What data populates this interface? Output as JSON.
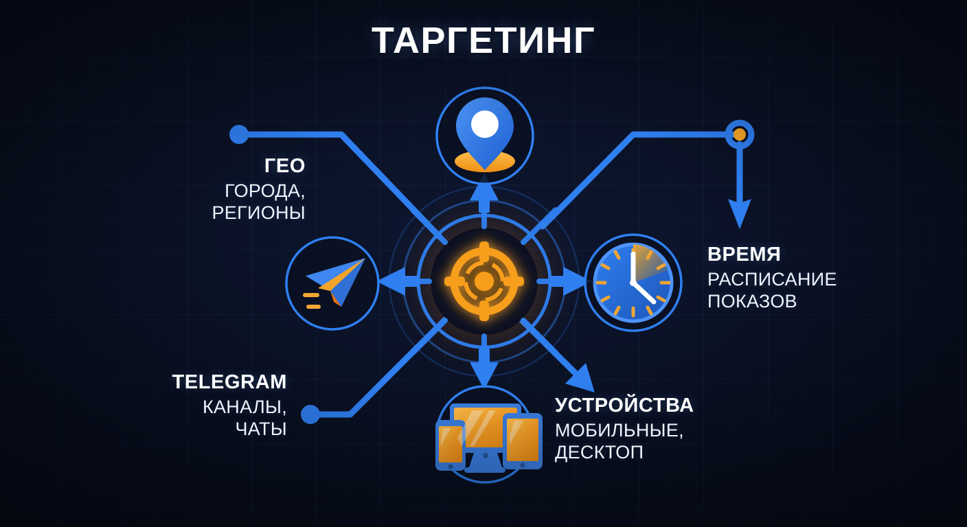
{
  "header": {
    "title": "ТАРГЕТИНГ"
  },
  "theme": {
    "background": "#0a1124",
    "accent_blue": "#2f7ff0",
    "accent_blue_light": "#4d94ff",
    "accent_orange": "#f5a623",
    "text_white": "#ffffff"
  },
  "center": {
    "icon": "crosshair-target-icon",
    "glow_color": "#f5a623"
  },
  "nodes": [
    {
      "id": "geo",
      "heading": "ГЕО",
      "subtitle": "ГОРОДА,\nРЕГИОНЫ",
      "subtitle_line1": "ГОРОДА,",
      "subtitle_line2": "РЕГИОНЫ",
      "icon": "map-pin-icon",
      "position": "top",
      "connector_dot": "solid-blue-dot"
    },
    {
      "id": "time",
      "heading": "ВРЕМЯ",
      "subtitle_line1": "РАСПИСАНИЕ",
      "subtitle_line2": "ПОКАЗОВ",
      "icon": "clock-icon",
      "position": "right",
      "connector_dot": "ring-orange-dot"
    },
    {
      "id": "telegram",
      "heading": "TELEGRAM",
      "subtitle_line1": "КАНАЛЫ,",
      "subtitle_line2": "ЧАТЫ",
      "icon": "telegram-plane-icon",
      "position": "left",
      "connector_dot": "solid-blue-dot"
    },
    {
      "id": "devices",
      "heading": "УСТРОЙСТВА",
      "subtitle_line1": "МОБИЛЬНЫЕ,",
      "subtitle_line2": "ДЕСКТОП",
      "icon": "devices-icon",
      "position": "bottom",
      "connector_dot": "none"
    }
  ]
}
